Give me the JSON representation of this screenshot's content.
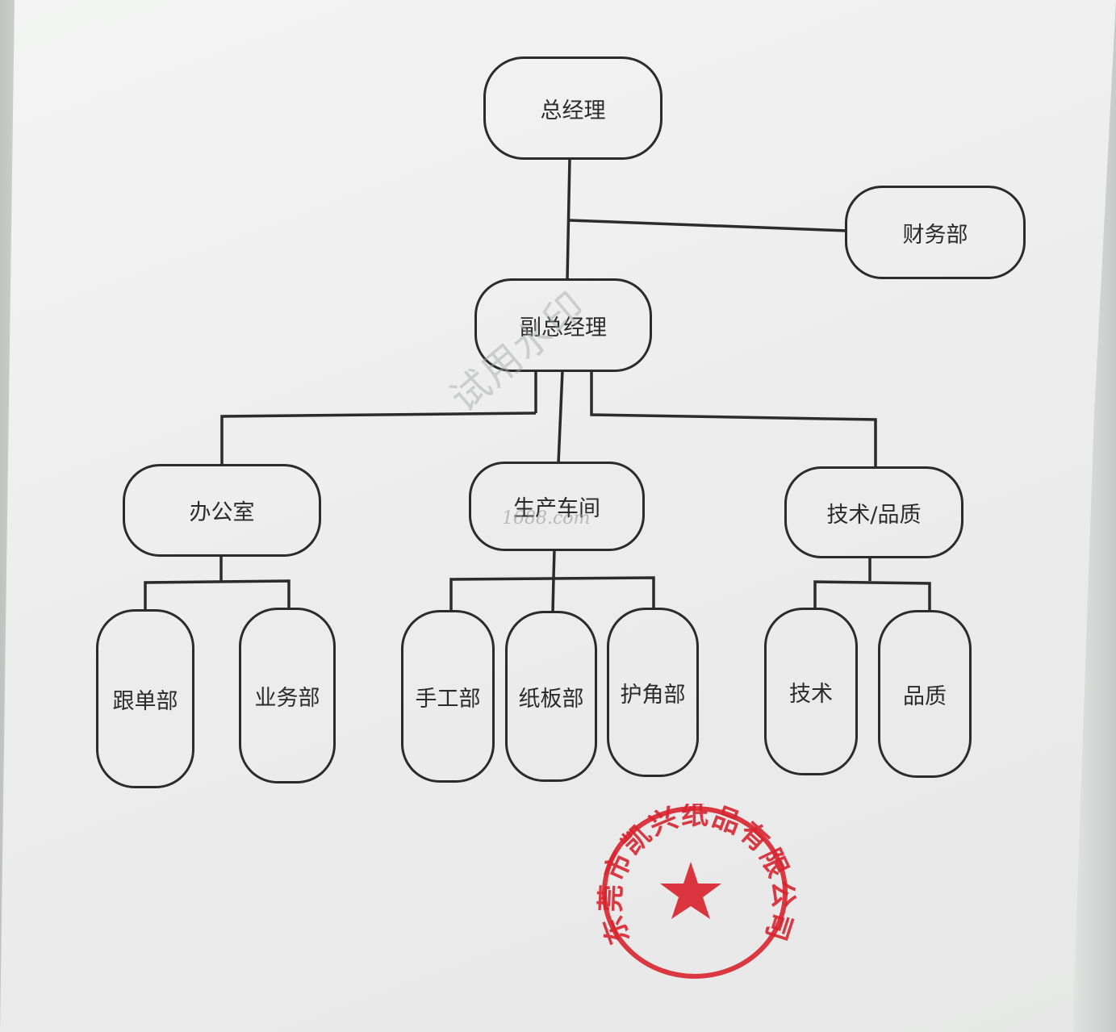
{
  "chart": {
    "nodes": {
      "gm": "总经理",
      "finance": "财务部",
      "vgm": "副总经理",
      "office": "办公室",
      "workshop": "生产车间",
      "tech_quality": "技术/品质",
      "follow": "跟单部",
      "sales": "业务部",
      "manual": "手工部",
      "cardboard": "纸板部",
      "corner": "护角部",
      "tech": "技术",
      "quality": "品质"
    }
  },
  "watermark": {
    "text1": "试用水印",
    "text2": "1688.com"
  },
  "seal": {
    "text": "东莞市凯兴纸品有限公司",
    "color": "#d8242f"
  }
}
